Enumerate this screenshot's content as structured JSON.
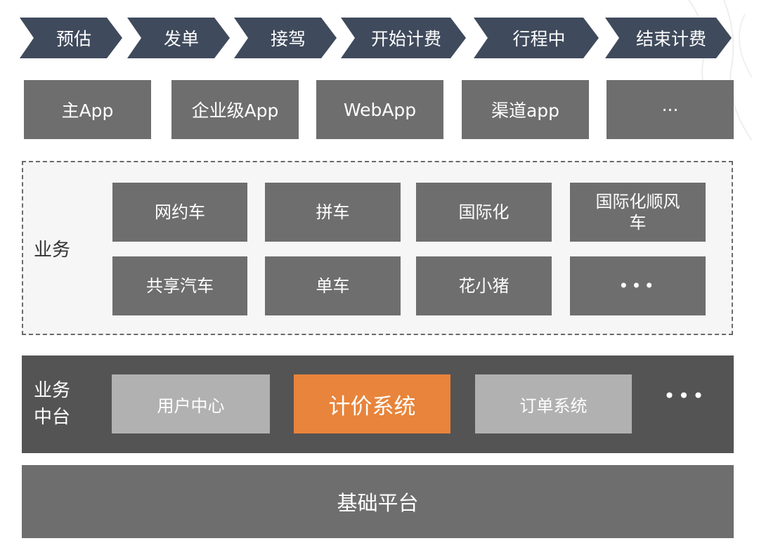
{
  "flow_steps": [
    "预估",
    "发单",
    "接驾",
    "开始计费",
    "行程中",
    "结束计费"
  ],
  "clients": [
    "主App",
    "企业级App",
    "WebApp",
    "渠道app",
    "···"
  ],
  "business": {
    "label": "业务",
    "items": [
      "网约车",
      "拼车",
      "国际化",
      "国际化顺风\n车",
      "共享汽车",
      "单车",
      "花小猪",
      "•••"
    ]
  },
  "middle_platform": {
    "label": "业务\n中台",
    "items": [
      "用户中心",
      "计价系统",
      "订单系统"
    ],
    "highlighted": "计价系统",
    "more": "•••"
  },
  "base": {
    "label": "基础平台"
  },
  "colors": {
    "flow_step": "#3f4a5c",
    "box_gray": "#6e6e6e",
    "middle_bar": "#545454",
    "middle_item": "#b1b1b1",
    "highlight": "#e8843b",
    "panel_bg": "#f6f6f6"
  }
}
